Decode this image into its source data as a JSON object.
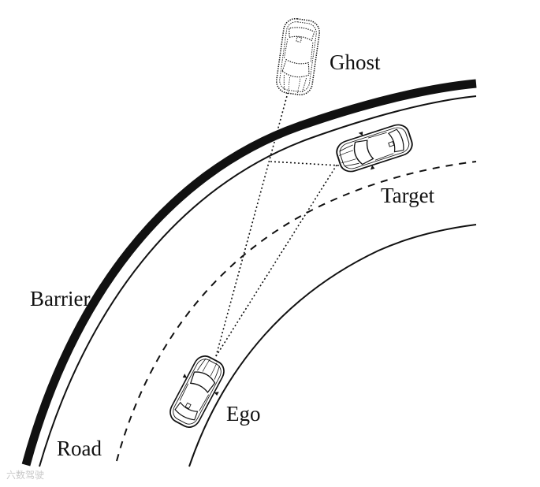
{
  "labels": {
    "ghost": "Ghost",
    "target": "Target",
    "barrier": "Barrier",
    "road": "Road",
    "ego": "Ego"
  },
  "watermark": "六数驾驶",
  "colors": {
    "ink": "#111111",
    "background": "#ffffff"
  }
}
